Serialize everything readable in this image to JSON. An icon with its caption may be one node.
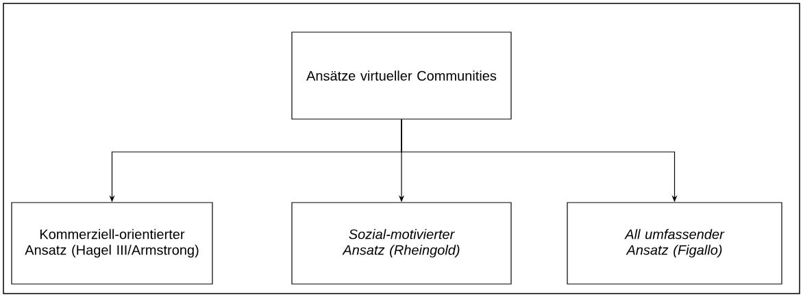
{
  "diagram": {
    "nodes": [
      {
        "text": [
          "Ansätze virtueller Communities"
        ]
      },
      {
        "text": [
          "Kommerziell-orientierter Ansatz (Hagel III/Armstrong)"
        ]
      },
      {
        "text": [
          "Sozial-motivierter Ansatz (Rheingold)"
        ]
      },
      {
        "text": [
          "All umfassender Ansatz (Figallo)"
        ]
      }
    ],
    "edges": [
      {
        "from": 0,
        "to": 1,
        "arrow": "to"
      },
      {
        "from": 0,
        "to": 2,
        "arrow": "to"
      },
      {
        "from": 0,
        "to": 3,
        "arrow": "to"
      }
    ]
  }
}
